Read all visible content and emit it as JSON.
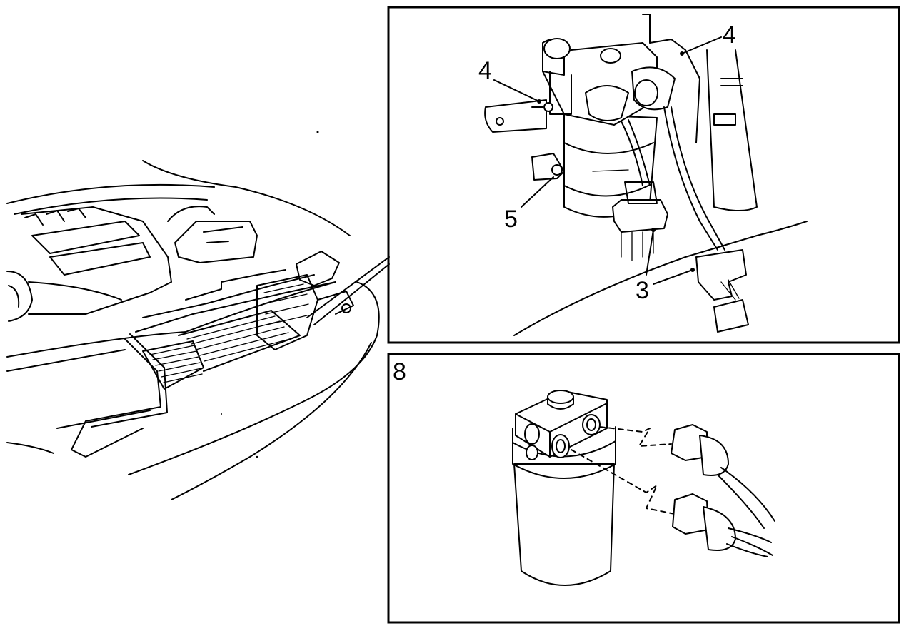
{
  "labels": {
    "callout_4_left": "4",
    "callout_4_right": "4",
    "callout_5": "5",
    "callout_3": "3",
    "panel_number": "8"
  }
}
